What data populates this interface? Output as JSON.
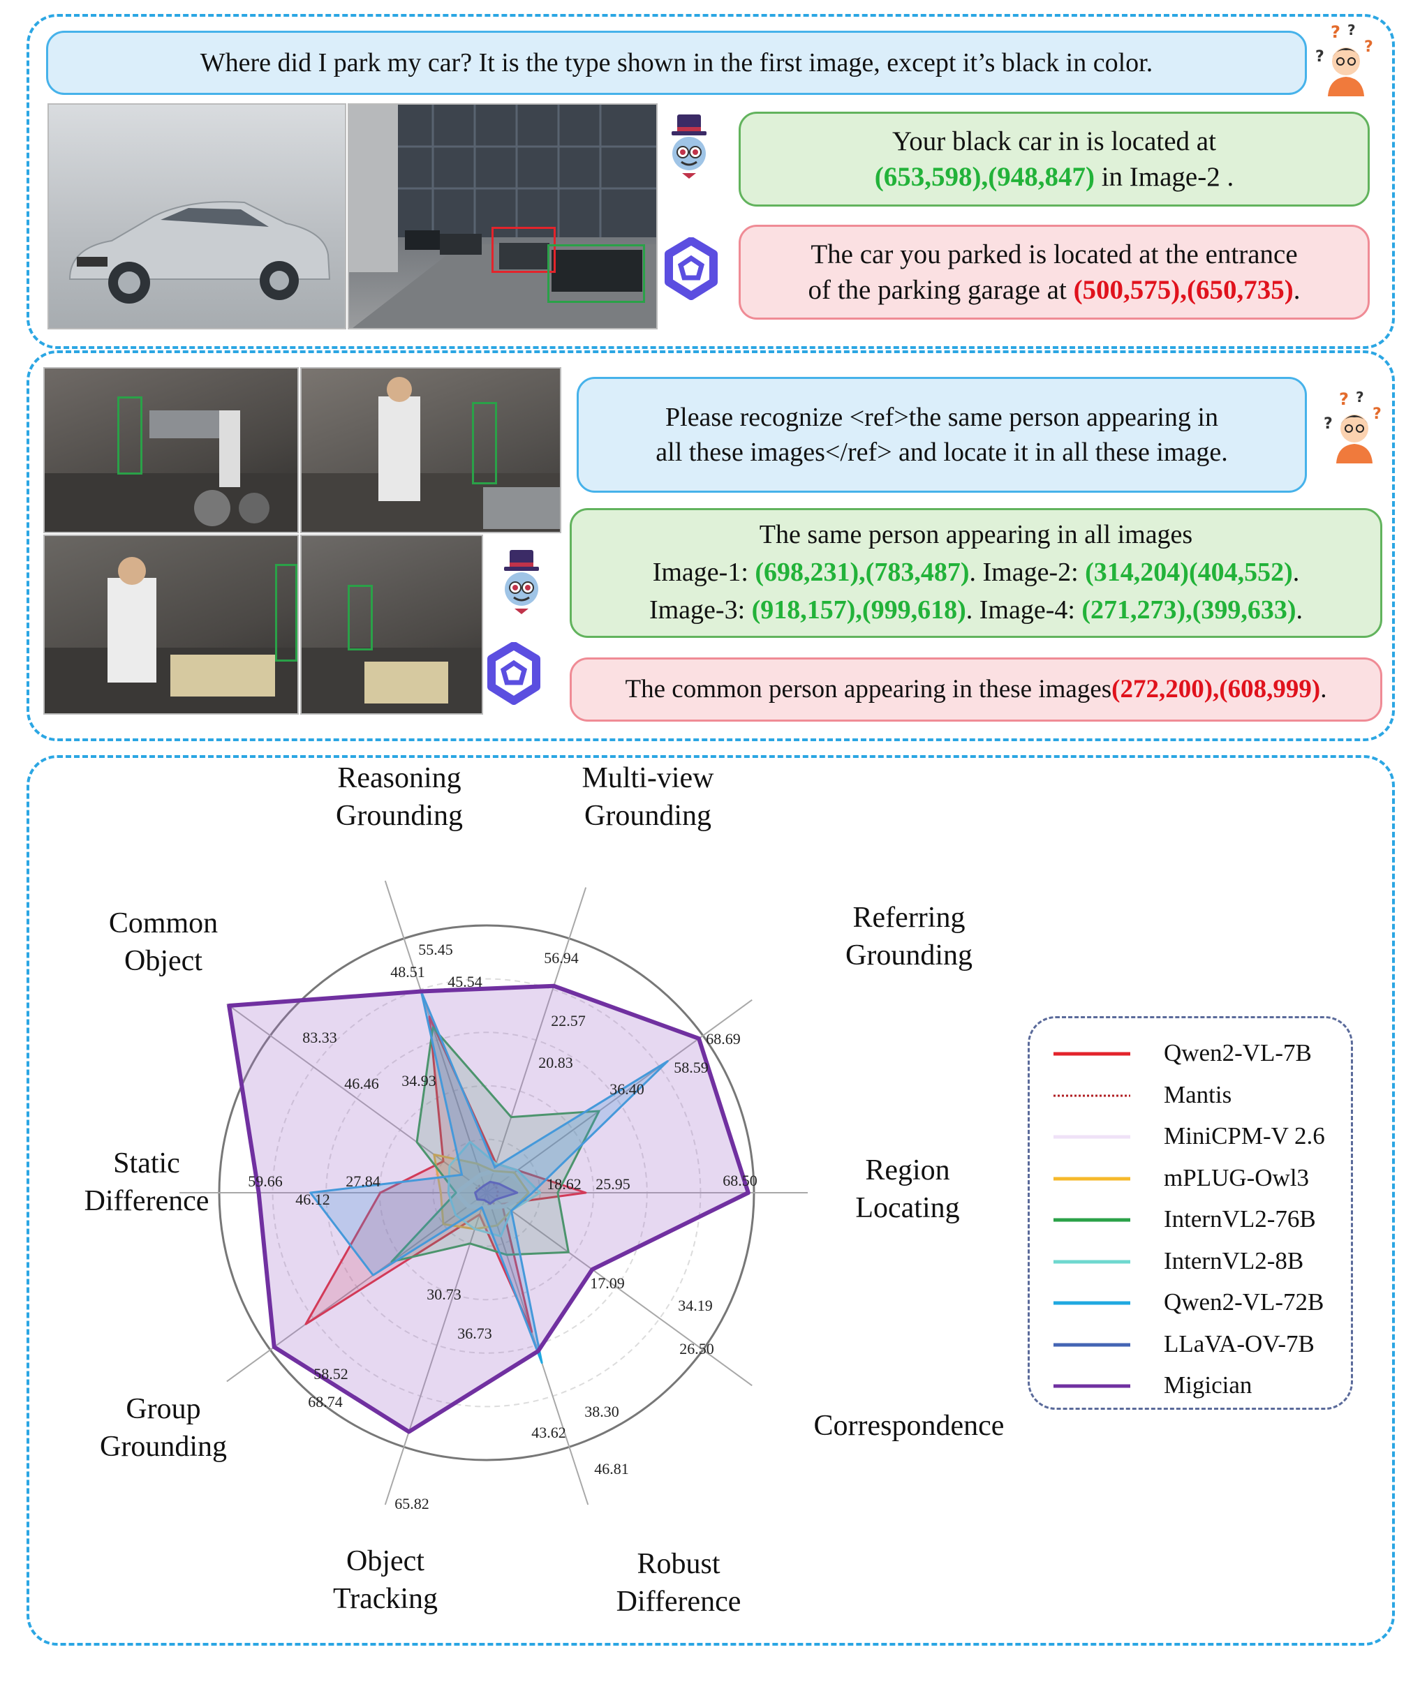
{
  "panel1": {
    "question": "Where did I park my car? It is the type shown in the first image, except it’s black in color.",
    "answer_migician": {
      "line1": "Your black car in is located at",
      "coords": "(653,598),(948,847)",
      "suffix": " in Image-2 ."
    },
    "answer_qwen": {
      "line1": "The car you parked is located at the entrance",
      "line2_prefix": "of the parking garage at ",
      "coords": "(500,575),(650,735)",
      "line2_suffix": "."
    }
  },
  "panel2": {
    "question_line1": "Please recognize <ref>the same person appearing in",
    "question_line2": "all these images</ref> and locate it in all these image.",
    "answer_migician": {
      "line1": "The same person appearing in all images",
      "img1_label": "Image-1: ",
      "img1_coords": "(698,231),(783,487)",
      "img2_label": ". Image-2: ",
      "img2_coords": "(314,204)(404,552)",
      "img3_label": "Image-3: ",
      "img3_coords": "(918,157),(999,618)",
      "img4_label": ". Image-4: ",
      "img4_coords": "(271,273),(399,633)",
      "end": "."
    },
    "answer_qwen": {
      "prefix": "The common person appearing in these images",
      "coords": "(272,200),(608,999)",
      "suffix": "."
    }
  },
  "chart_data": {
    "type": "radar",
    "axes": [
      {
        "name": "Region Locating",
        "lines": [
          "Region",
          "Locating"
        ]
      },
      {
        "name": "Referring Grounding",
        "lines": [
          "Referring",
          "Grounding"
        ]
      },
      {
        "name": "Multi-view Grounding",
        "lines": [
          "Multi-view",
          "Grounding"
        ]
      },
      {
        "name": "Reasoning Grounding",
        "lines": [
          "Reasoning",
          "Grounding"
        ]
      },
      {
        "name": "Common Object",
        "lines": [
          "Common",
          "Object"
        ]
      },
      {
        "name": "Static Difference",
        "lines": [
          "Static",
          "Difference"
        ]
      },
      {
        "name": "Group Grounding",
        "lines": [
          "Group",
          "Grounding"
        ]
      },
      {
        "name": "Object Tracking",
        "lines": [
          "Object",
          "Tracking"
        ]
      },
      {
        "name": "Robust Difference",
        "lines": [
          "Robust",
          "Difference"
        ]
      },
      {
        "name": "Correspondence",
        "lines": [
          "Correspondence"
        ]
      }
    ],
    "rmax": 70,
    "grid_circles": 5,
    "series": [
      {
        "name": "Qwen2-VL-7B",
        "color": "#e3242b",
        "dash": "",
        "fill": "rgba(227,36,43,0.18)",
        "values": [
          25.95,
          10,
          8,
          48.51,
          14,
          27.84,
          58.52,
          6,
          38.3,
          5
        ]
      },
      {
        "name": "Mantis",
        "color": "#b01e23",
        "dash": "3,3",
        "fill": "none",
        "values": [
          3,
          3,
          3,
          2,
          3,
          3,
          3,
          2,
          4,
          3
        ]
      },
      {
        "name": "MiniCPM-V 2.6",
        "color": "#efe2f7",
        "dash": "",
        "fill": "rgba(243,232,250,0.35)",
        "values": [
          12,
          8,
          6,
          5,
          5,
          8,
          6,
          4,
          4,
          6
        ]
      },
      {
        "name": "mPLUG-Owl3",
        "color": "#f6b92b",
        "dash": "",
        "fill": "rgba(246,185,43,0.22)",
        "values": [
          11,
          9,
          6,
          8,
          17,
          12,
          14,
          10,
          9,
          8
        ]
      },
      {
        "name": "InternVL2-76B",
        "color": "#2aa148",
        "dash": "",
        "fill": "rgba(42,161,72,0.20)",
        "values": [
          18.62,
          36.4,
          20.83,
          45.54,
          22.57,
          8,
          30.73,
          14,
          17.09,
          26.5
        ]
      },
      {
        "name": "InternVL2-8B",
        "color": "#6fd8cf",
        "dash": "",
        "fill": "rgba(111,216,207,0.30)",
        "values": [
          14,
          10,
          8,
          14,
          12,
          10,
          10,
          10,
          12,
          8
        ]
      },
      {
        "name": "Qwen2-VL-72B",
        "color": "#20a8e0",
        "dash": "",
        "fill": "rgba(32,168,224,0.25)",
        "values": [
          12,
          58.59,
          7,
          55.45,
          8,
          46.12,
          36.73,
          4,
          46.81,
          8
        ]
      },
      {
        "name": "LLaVA-OV-7B",
        "color": "#4465b4",
        "dash": "",
        "fill": "rgba(68,101,180,0.45)",
        "values": [
          8,
          4,
          3,
          2,
          2,
          3,
          3,
          2,
          3,
          3
        ]
      },
      {
        "name": "Migician",
        "color": "#7030a0",
        "dash": "",
        "fill": "rgba(165,115,205,0.28)",
        "values": [
          68.5,
          68.69,
          56.94,
          55.45,
          83.33,
          59.66,
          68.74,
          65.82,
          43.62,
          34.19
        ]
      }
    ],
    "value_labels": [
      {
        "text": "68.50"
      },
      {
        "text": "25.95"
      },
      {
        "text": "18.62"
      },
      {
        "text": "68.69"
      },
      {
        "text": "58.59"
      },
      {
        "text": "36.40"
      },
      {
        "text": "56.94"
      },
      {
        "text": "22.57"
      },
      {
        "text": "20.83"
      },
      {
        "text": "55.45"
      },
      {
        "text": "48.51"
      },
      {
        "text": "45.54"
      },
      {
        "text": "83.33"
      },
      {
        "text": "46.46"
      },
      {
        "text": "34.93"
      },
      {
        "text": "59.66"
      },
      {
        "text": "27.84"
      },
      {
        "text": "46.12"
      },
      {
        "text": "68.74"
      },
      {
        "text": "58.52"
      },
      {
        "text": "65.82"
      },
      {
        "text": "36.73"
      },
      {
        "text": "30.73"
      },
      {
        "text": "43.62"
      },
      {
        "text": "38.30"
      },
      {
        "text": "46.81"
      },
      {
        "text": "34.19"
      },
      {
        "text": "26.50"
      },
      {
        "text": "17.09"
      }
    ],
    "legend_placement": "right"
  }
}
